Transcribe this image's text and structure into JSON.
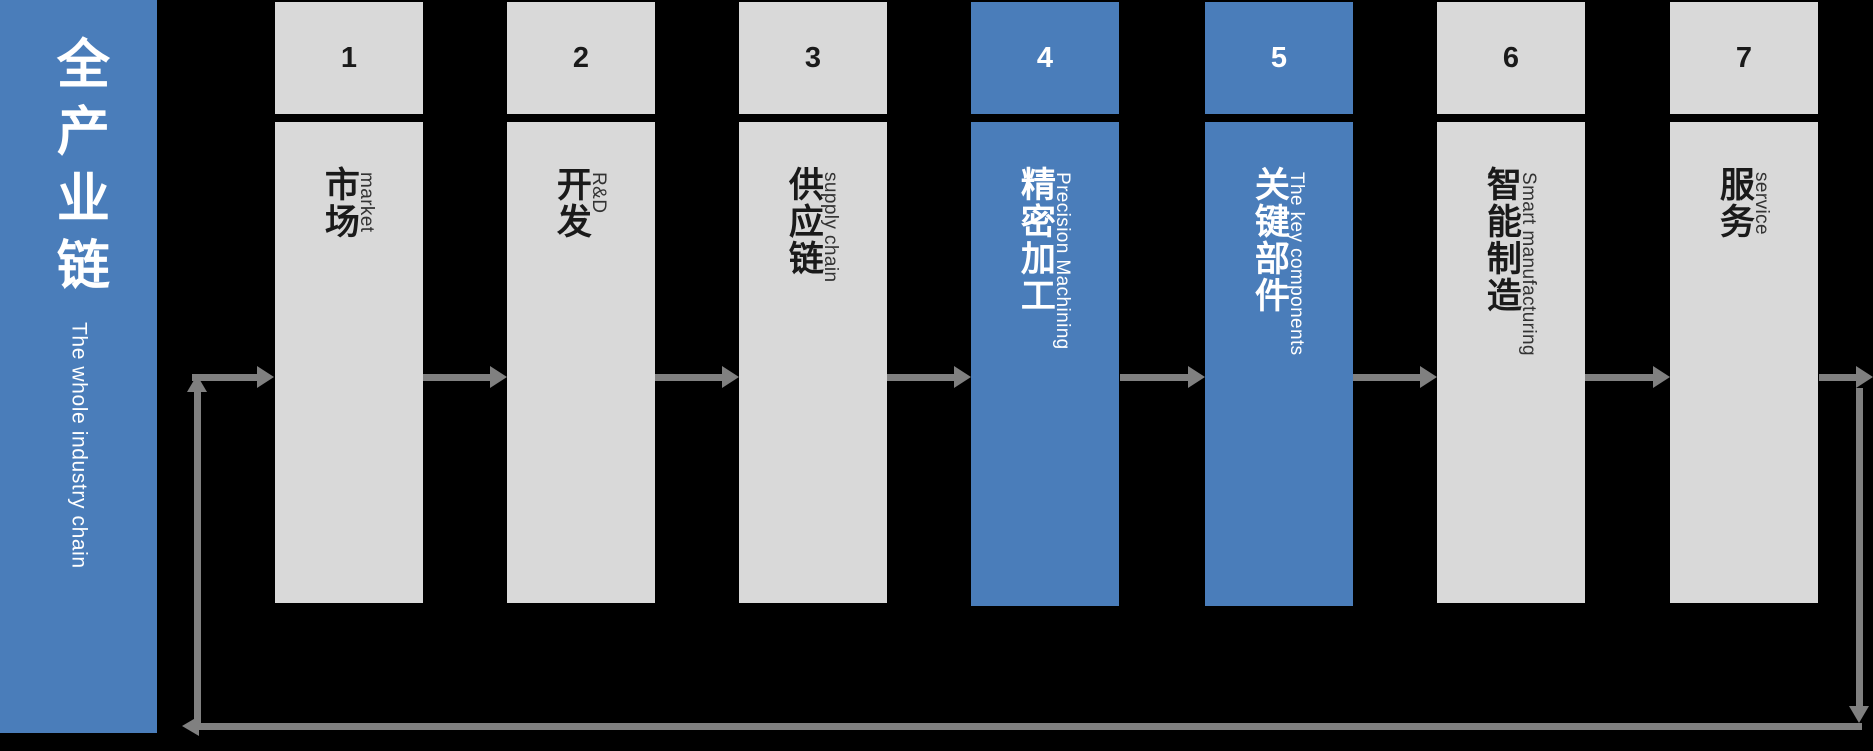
{
  "banner": {
    "title_cn": "全产业链",
    "title_en": "The whole industry chain",
    "background_color": "#4a7dba",
    "text_color": "#ffffff"
  },
  "colors": {
    "accent": "#4a7dba",
    "neutral_box": "#d9d9d9",
    "arrow": "#808080",
    "canvas": "#000000",
    "text_dark": "#1a1a1a",
    "text_light": "#ffffff"
  },
  "stages": [
    {
      "number": "1",
      "label_cn": "市场",
      "label_en": "market",
      "highlighted": false
    },
    {
      "number": "2",
      "label_cn": "开发",
      "label_en": "R&D",
      "highlighted": false
    },
    {
      "number": "3",
      "label_cn": "供应链",
      "label_en": "supply chain",
      "highlighted": false
    },
    {
      "number": "4",
      "label_cn": "精密加工",
      "label_en": "Precision Machining",
      "highlighted": true
    },
    {
      "number": "5",
      "label_cn": "关键部件",
      "label_en": "The key components",
      "highlighted": true
    },
    {
      "number": "6",
      "label_cn": "智能制造",
      "label_en": "Smart manufacturing",
      "highlighted": false
    },
    {
      "number": "7",
      "label_cn": "服务",
      "label_en": "service",
      "highlighted": false
    }
  ],
  "flow": {
    "forward_arrow_count": 8,
    "feedback_loop": {
      "present": true,
      "direction": "right-to-left",
      "description": "service output loops back to market input"
    }
  }
}
